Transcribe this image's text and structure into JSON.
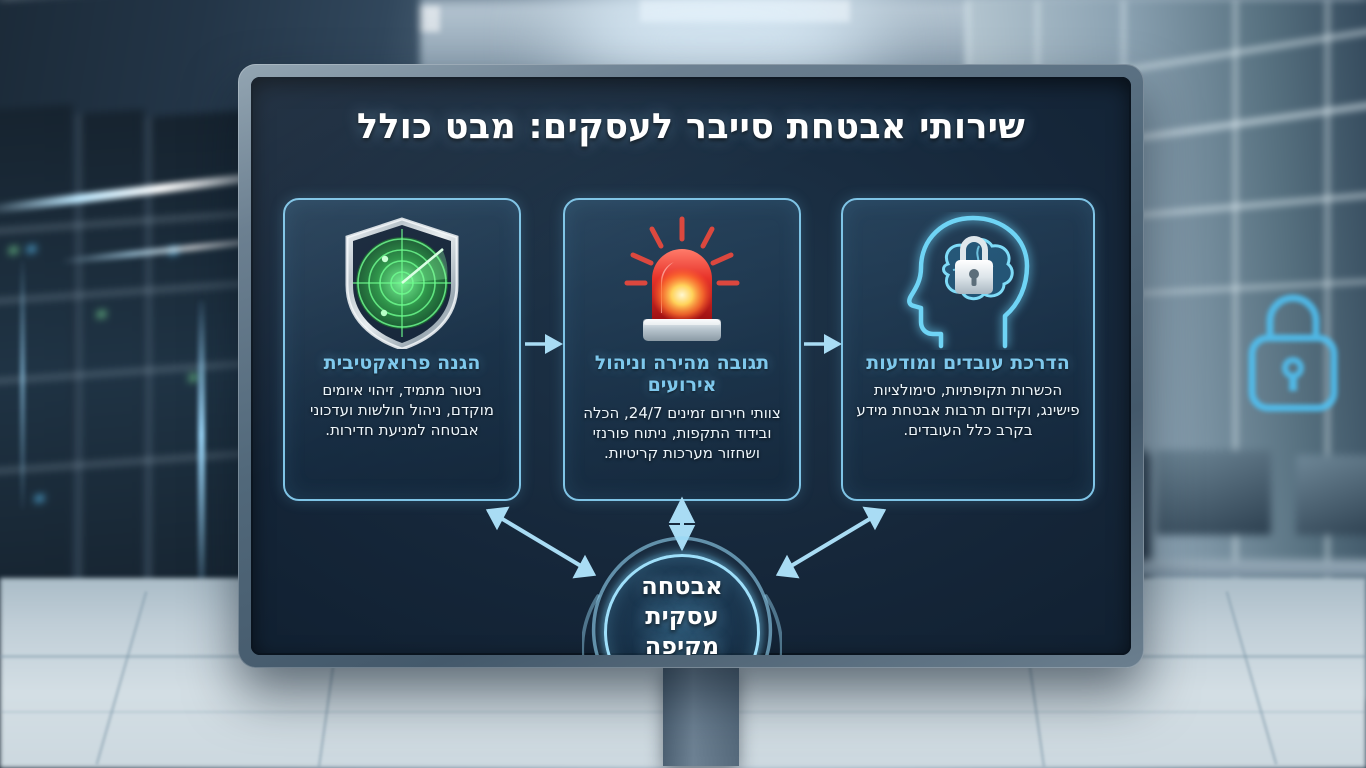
{
  "meta": {
    "language": "he",
    "direction": "rtl",
    "accent_color": "#7ec8ec",
    "screen_bg": "#132436",
    "card_border": "#7fc4e6",
    "arrow_color": "#a9dcf4"
  },
  "header": {
    "title": "שירותי אבטחת סייבר לעסקים: מבט כולל"
  },
  "cards": [
    {
      "icon": "shield-radar-icon",
      "title": "הגנה פרואקטיבית",
      "body": "ניטור מתמיד, זיהוי איומים מוקדם, ניהול חולשות ועדכוני אבטחה למניעת חדירות."
    },
    {
      "icon": "emergency-siren-icon",
      "title": "תגובה מהירה וניהול אירועים",
      "body": "צוותי חירום זמינים 24/7, הכלה ובידוד התקפות, ניתוח פורנזי ושחזור מערכות קריטיות."
    },
    {
      "icon": "brain-lock-head-icon",
      "title": "הדרכת עובדים ומודעות",
      "body": "הכשרות תקופתיות, סימולציות פישינג, וקידום תרבות אבטחת מידע בקרב כלל העובדים."
    }
  ],
  "hub": {
    "label_lines": [
      "אבטחה",
      "עסקית",
      "מקיפה"
    ],
    "line1": "אבטחה",
    "line2": "עסקית",
    "line3": "מקיפה"
  },
  "connectors": [
    {
      "name": "arrow-card1-to-card2",
      "type": "single-head",
      "direction": "right"
    },
    {
      "name": "arrow-card2-to-card3",
      "type": "single-head",
      "direction": "right"
    },
    {
      "name": "arrow-hub-to-card1",
      "type": "double-head",
      "direction": "diagonal-up-left"
    },
    {
      "name": "arrow-hub-to-card2",
      "type": "double-head",
      "direction": "vertical"
    },
    {
      "name": "arrow-hub-to-card3",
      "type": "double-head",
      "direction": "diagonal-up-right"
    }
  ],
  "background": {
    "left_scene": "server-room-racks",
    "right_scene": "office-with-lock-hologram",
    "device": "desktop-monitor-on-stand"
  }
}
